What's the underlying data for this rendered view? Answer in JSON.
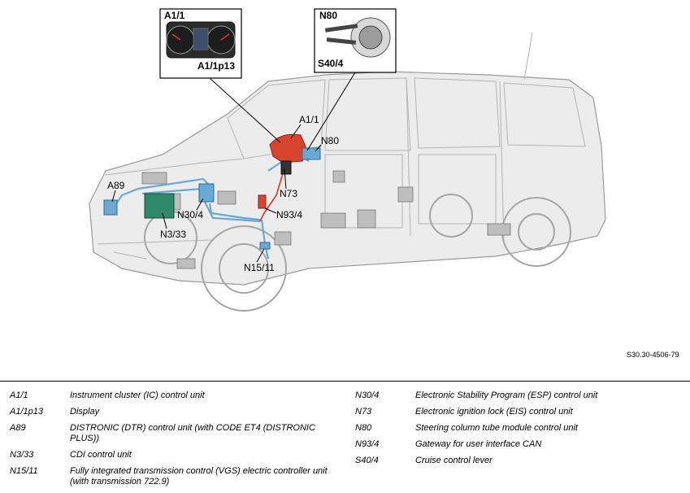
{
  "callouts": {
    "a1_1_inset": "A1/1",
    "a1_1p13": "A1/1p13",
    "n80_inset": "N80",
    "s40_4": "S40/4",
    "a1_1": "A1/1",
    "n80": "N80",
    "a89": "A89",
    "n73": "N73",
    "n30_4": "N30/4",
    "n93_4": "N93/4",
    "n3_33": "N3/33",
    "n15_11": "N15/11"
  },
  "figure_ref": "S30.30-4506-79",
  "legend_left": [
    {
      "code": "A1/1",
      "desc": "Instrument cluster (IC) control unit"
    },
    {
      "code": "A1/1p13",
      "desc": "Display"
    },
    {
      "code": "A89",
      "desc": "DISTRONIC (DTR) control unit (with CODE ET4 (DISTRONIC PLUS))"
    },
    {
      "code": "N3/33",
      "desc": "CDI control unit"
    },
    {
      "code": "N15/11",
      "desc": "Fully integrated transmission control (VGS) electric controller unit (with transmission 722.9)"
    }
  ],
  "legend_right": [
    {
      "code": "N30/4",
      "desc": "Electronic Stability Program (ESP) control unit"
    },
    {
      "code": "N73",
      "desc": "Electronic ignition lock (EIS) control unit"
    },
    {
      "code": "N80",
      "desc": "Steering column tube module control unit"
    },
    {
      "code": "N93/4",
      "desc": "Gateway for user interface CAN"
    },
    {
      "code": "S40/4",
      "desc": "Cruise control lever"
    }
  ],
  "colors": {
    "highlight_red": "#d9442e",
    "highlight_blue": "#6aa9d6",
    "highlight_green": "#2e8a6a",
    "vehicle_outline": "#9a9a9a"
  }
}
